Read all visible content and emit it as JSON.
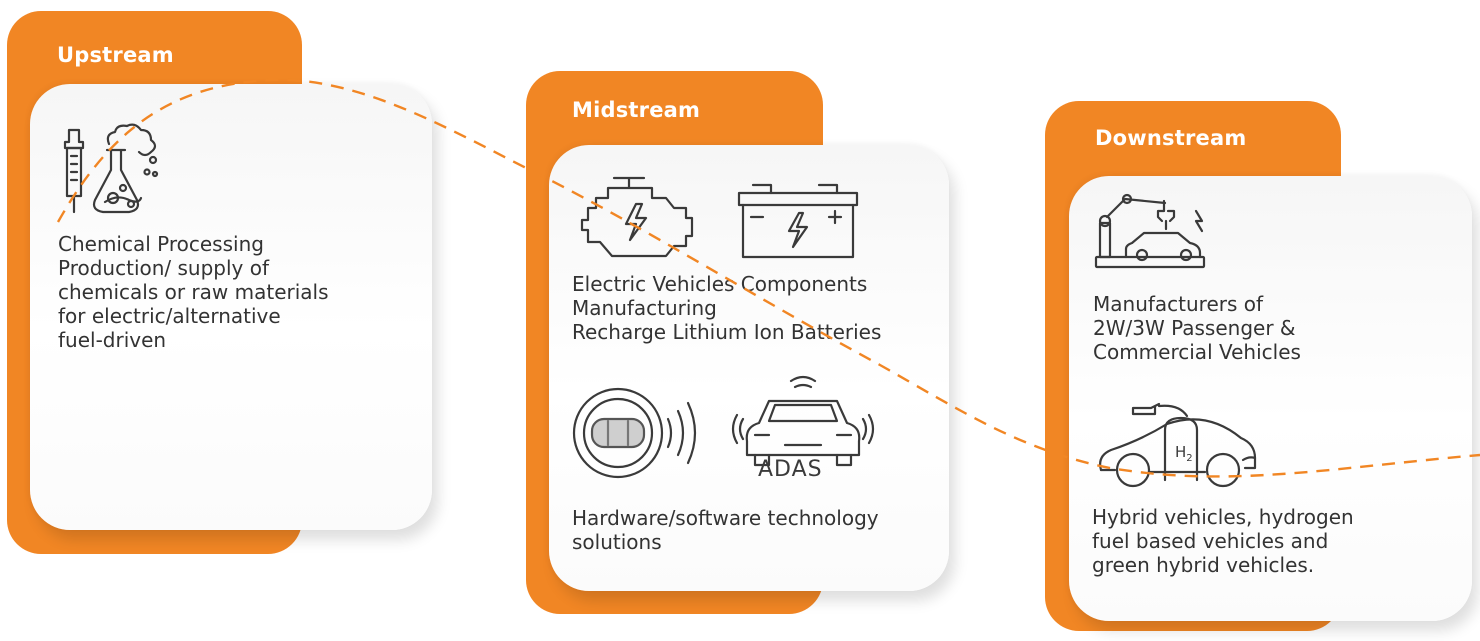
{
  "colors": {
    "accent": "#f18624",
    "text": "#333333",
    "icon": "#3a3a3a"
  },
  "upstream": {
    "title": "Upstream",
    "icon": "lab-flask-dropper-icon",
    "lines": [
      "Chemical Processing",
      "Production/ supply of",
      "chemicals or raw materials",
      "for electric/alternative",
      "fuel-driven"
    ]
  },
  "midstream": {
    "title": "Midstream",
    "icons": [
      "engine-icon",
      "battery-icon"
    ],
    "lines": [
      "Electric Vehicles Components",
      "Manufacturing",
      "Recharge Lithium Ion Batteries"
    ],
    "icons2": [
      "radar-car-icon",
      "adas-car-icon"
    ],
    "adas_label": "ADAS",
    "lines2": [
      "Hardware/software technology",
      "solutions"
    ]
  },
  "downstream": {
    "title": "Downstream",
    "icon": "robot-arm-car-icon",
    "lines": [
      "Manufacturers of",
      "2W/3W Passenger &",
      "Commercial Vehicles"
    ],
    "icon2": "hydrogen-car-icon",
    "h2_label": "H",
    "h2_sub": "2",
    "lines2": [
      "Hybrid vehicles, hydrogen",
      "fuel based vehicles and",
      "green hybrid vehicles."
    ]
  }
}
